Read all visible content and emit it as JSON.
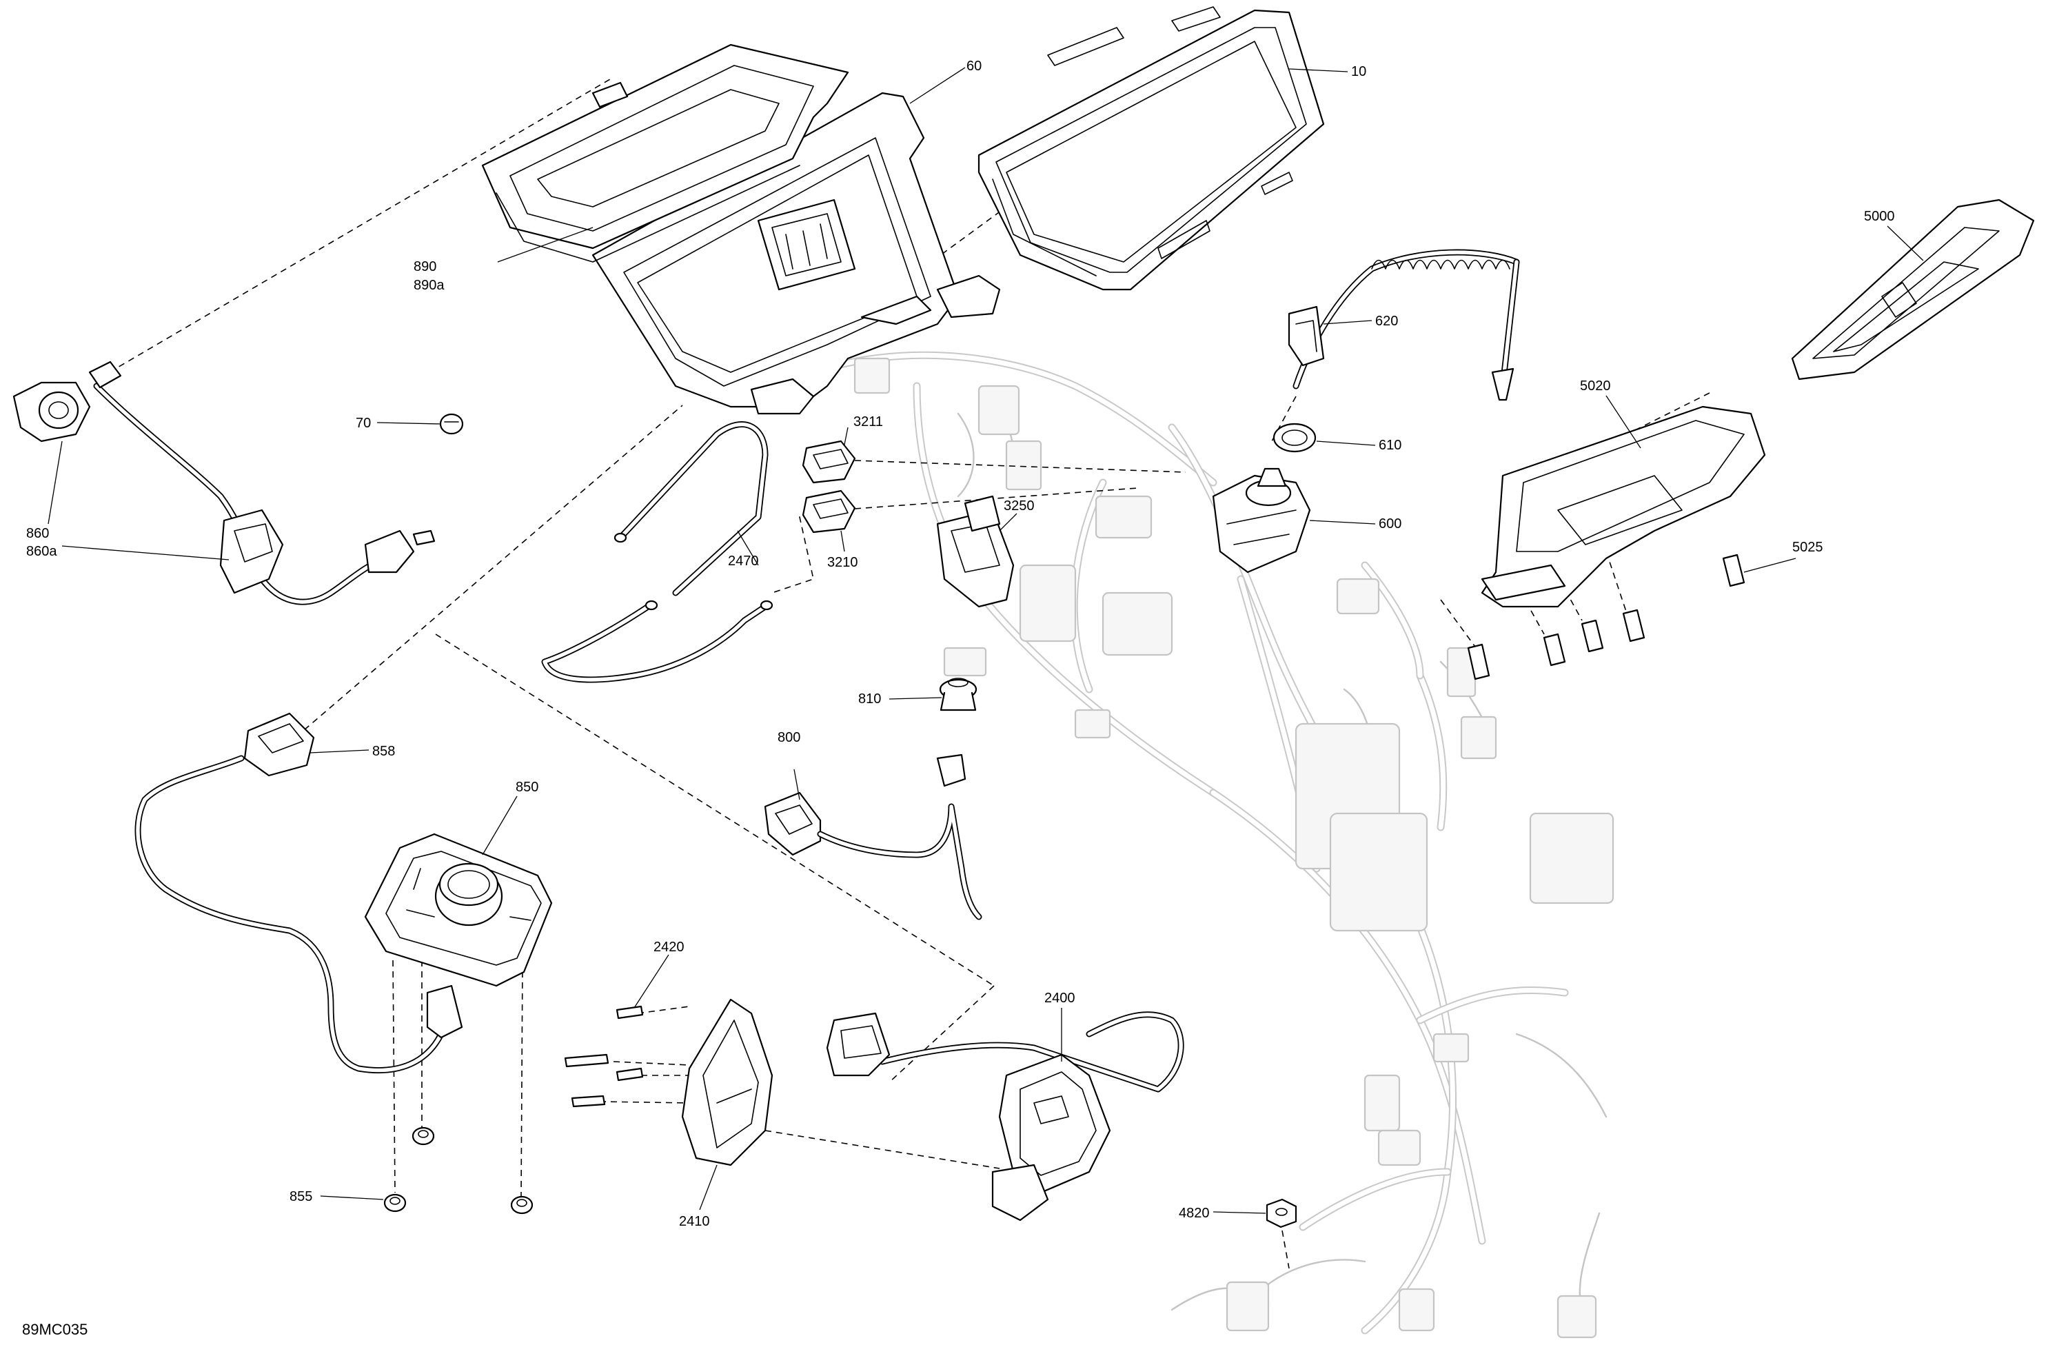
{
  "drawing_code": "89MC035",
  "callouts": {
    "c10": "10",
    "c60": "60",
    "c70": "70",
    "c600": "600",
    "c610": "610",
    "c620": "620",
    "c800": "800",
    "c810": "810",
    "c850": "850",
    "c855": "855",
    "c858": "858",
    "c860": "860",
    "c860a": "860a",
    "c890": "890",
    "c890a": "890a",
    "c2400": "2400",
    "c2410": "2410",
    "c2420": "2420",
    "c2470": "2470",
    "c3210": "3210",
    "c3211": "3211",
    "c3250": "3250",
    "c4820": "4820",
    "c5000": "5000",
    "c5020": "5020",
    "c5025": "5025"
  }
}
